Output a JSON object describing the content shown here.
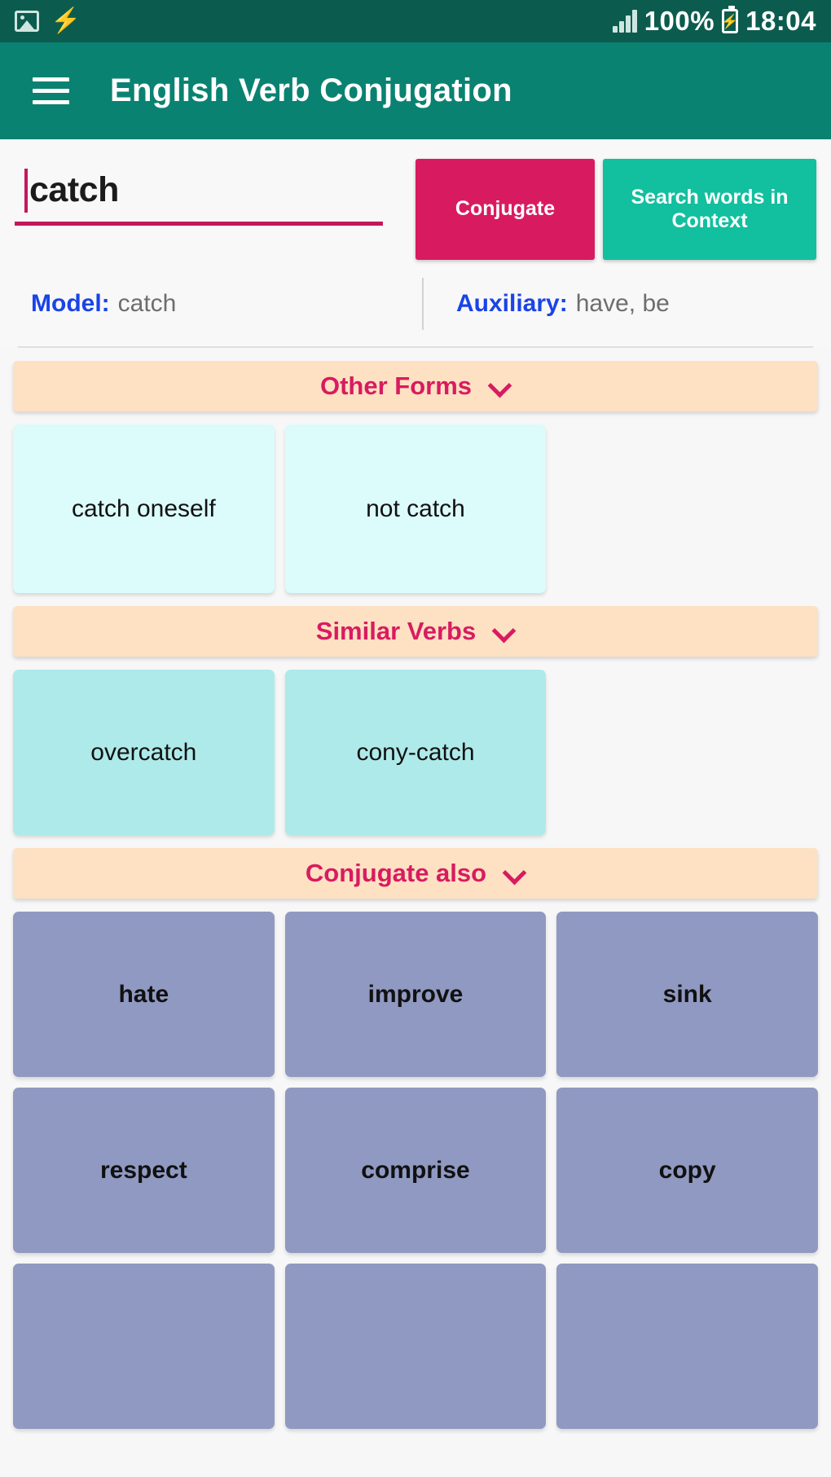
{
  "status_bar": {
    "left_icons": [
      "image-icon",
      "bolt-icon"
    ],
    "signal_icon": "signal-bars-icon",
    "battery_percent": "100%",
    "battery_icon": "battery-charging-icon",
    "time": "18:04",
    "background_color": "#0b5c4e"
  },
  "app_bar": {
    "menu_icon": "hamburger-menu-icon",
    "title": "English Verb Conjugation",
    "background_color": "#0a8271"
  },
  "search": {
    "value": "catch",
    "placeholder": "catch",
    "conjugate_label": "Conjugate",
    "context_label": "Search words in Context",
    "conjugate_color": "#d81b60",
    "context_color": "#12bf9e",
    "underline_color": "#c2185b"
  },
  "meta": {
    "model_key": "Model:",
    "model_value": "catch",
    "auxiliary_key": "Auxiliary:",
    "auxiliary_value": "have, be",
    "key_color": "#1a43e8"
  },
  "sections": [
    {
      "title": "Other Forms",
      "chevron_icon": "chevron-down-icon",
      "card_color": "#dcfbfb",
      "items": [
        "catch oneself",
        "not catch"
      ]
    },
    {
      "title": "Similar Verbs",
      "chevron_icon": "chevron-down-icon",
      "card_color": "#aeeaea",
      "items": [
        "overcatch",
        "cony-catch"
      ]
    },
    {
      "title": "Conjugate also",
      "chevron_icon": "chevron-down-icon",
      "card_color": "#9099c1",
      "items": [
        "hate",
        "improve",
        "sink",
        "respect",
        "comprise",
        "copy",
        "",
        "",
        ""
      ]
    }
  ]
}
